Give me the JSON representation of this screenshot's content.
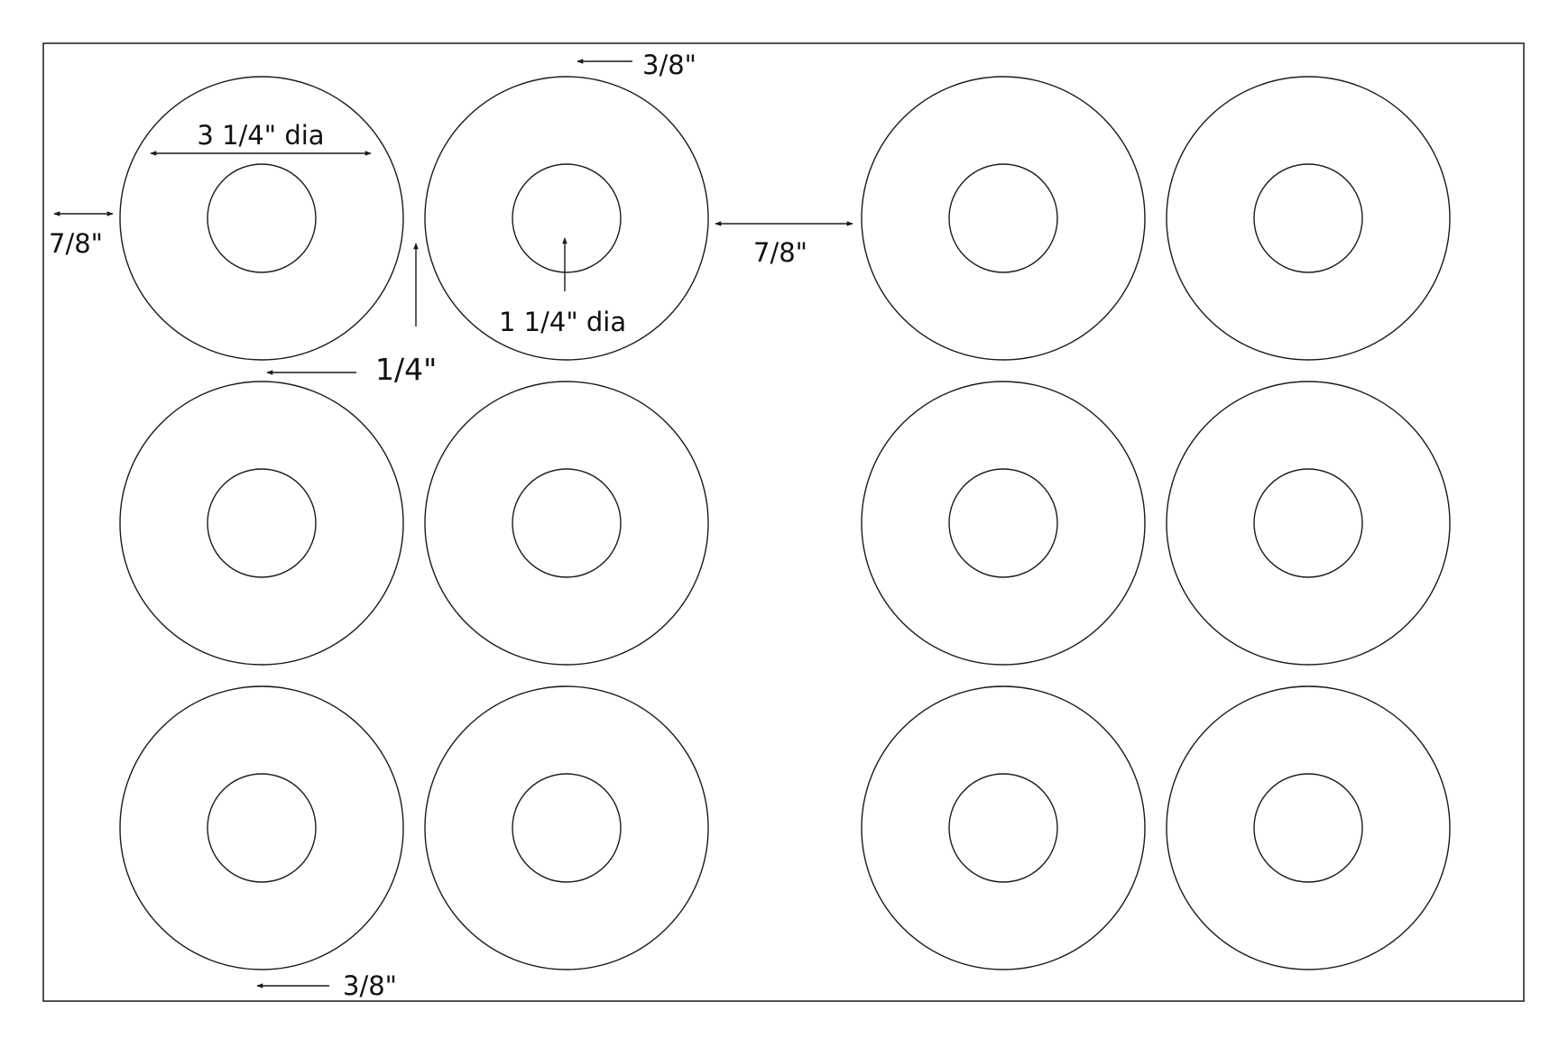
{
  "sheet": {
    "rows": 3,
    "columns": 4,
    "label_count": 12
  },
  "dimensions": {
    "label_diameter": "3 1/4\" dia",
    "hole_diameter": "1 1/4\" dia",
    "top_margin": "3/8\"",
    "bottom_margin": "3/8\"",
    "left_margin": "7/8\"",
    "center_gap": "7/8\"",
    "horizontal_gap": "1/4\"",
    "vertical_gap": "1/4\""
  },
  "colors": {
    "stroke": "#1a1a1a",
    "background": "#ffffff"
  }
}
